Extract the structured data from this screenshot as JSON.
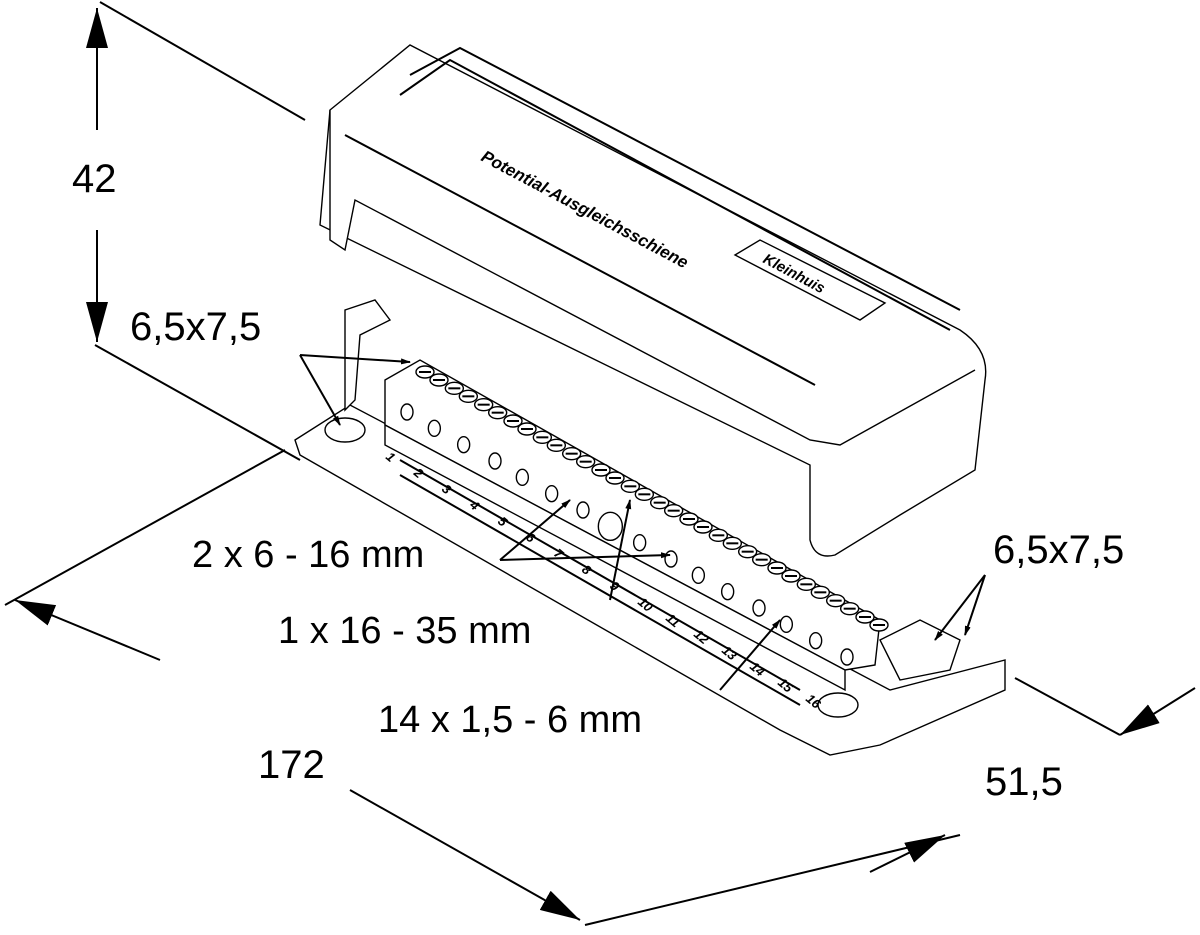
{
  "dimensions": {
    "height": "42",
    "length": "172",
    "depth": "51,5",
    "mount_hole_left": "6,5x7,5",
    "mount_hole_right": "6,5x7,5"
  },
  "callouts": {
    "large_terminals": "2 x 6 - 16 mm",
    "main_terminal": "1 x 16 - 35 mm",
    "small_terminals": "14 x 1,5 - 6 mm"
  },
  "cover": {
    "product_name": "Potential-Ausgleichsschiene",
    "brand": "Kleinhuis"
  },
  "terminal_numbers": [
    "1",
    "2",
    "3",
    "4",
    "5",
    "6",
    "7",
    "8",
    "9",
    "10",
    "11",
    "12",
    "13",
    "14",
    "15",
    "16"
  ],
  "colors": {
    "line": "#000000",
    "background": "#ffffff"
  }
}
